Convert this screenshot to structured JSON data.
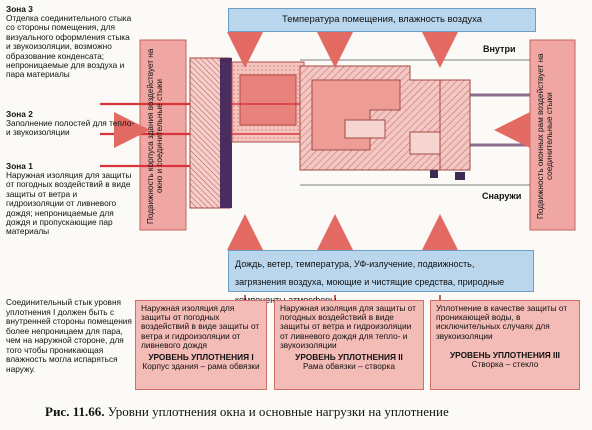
{
  "top_box": {
    "label": "Температура помещения, влажность воздуха"
  },
  "inside_label": "Внутри",
  "outside_label": "Снаружи",
  "zones": [
    {
      "title": "Зона 3",
      "text": "Отделка соединительного стыка со стороны помещения, для визуального оформления стыка и звукоизоляции, возможно образование конденсата; непроницаемые для воздуха и пара материалы"
    },
    {
      "title": "Зона 2",
      "text": "Заполнение полостей для тепло- и звукоизоляции"
    },
    {
      "title": "Зона 1",
      "text": "Наружная изоляция для защиты от погодных воздействий в виде защиты от ветра и гидроизоляции от ливневого дождя; непроницаемые для дождя и пропускающие пар материалы"
    }
  ],
  "left_vertical_label": "Подвижность корпуса здания воздействует на окно и соединительные стыки",
  "right_vertical_label": "Подвижность оконных рам воздействует на соединительные стыки",
  "bottom_blue_box": {
    "label": "Дождь, ветер, температура, УФ-излучение, подвижность, загрязнения воздуха, моющие и чистящие средства, природные компоненты атмосферы"
  },
  "note": "Соединительный стык уровня уплотнения I должен быть с внутренней стороны помещения более непроницаем для пара, чем на наружной стороне, для того чтобы проникающая влажность могла испаряться наружу.",
  "levels": [
    {
      "text": "Наружная изоляция для защиты от погодных воздействий в виде защиты от ветра и гидроизоляции от ливневого дождя",
      "title": "УРОВЕНЬ УПЛОТНЕНИЯ I",
      "sub": "Корпус здания – рама обвязки"
    },
    {
      "text": "Наружная изоляция для защиты от погодных воздействий в виде защиты от ветра и гидроизоляции от ливневого дождя для тепло- и звукоизоляции",
      "title": "УРОВЕНЬ УПЛОТНЕНИЯ II",
      "sub": "Рама обвязки – створка"
    },
    {
      "text": "Уплотнение в качестве защиты от проникающей воды, в исключительных случаях для звукоизоляции",
      "title": "УРОВЕНЬ УПЛОТНЕНИЯ III",
      "sub": "Створка – стекло"
    }
  ],
  "caption": {
    "fig": "Рис. 11.66.",
    "text": "Уровни уплотнения окна и основные нагрузки на уплотнение"
  },
  "colors": {
    "blue_fill": "#b9d6ec",
    "pink_fill": "#f0a6a3",
    "red_line": "#d8353a",
    "dark_strip": "#4b2c5f"
  }
}
